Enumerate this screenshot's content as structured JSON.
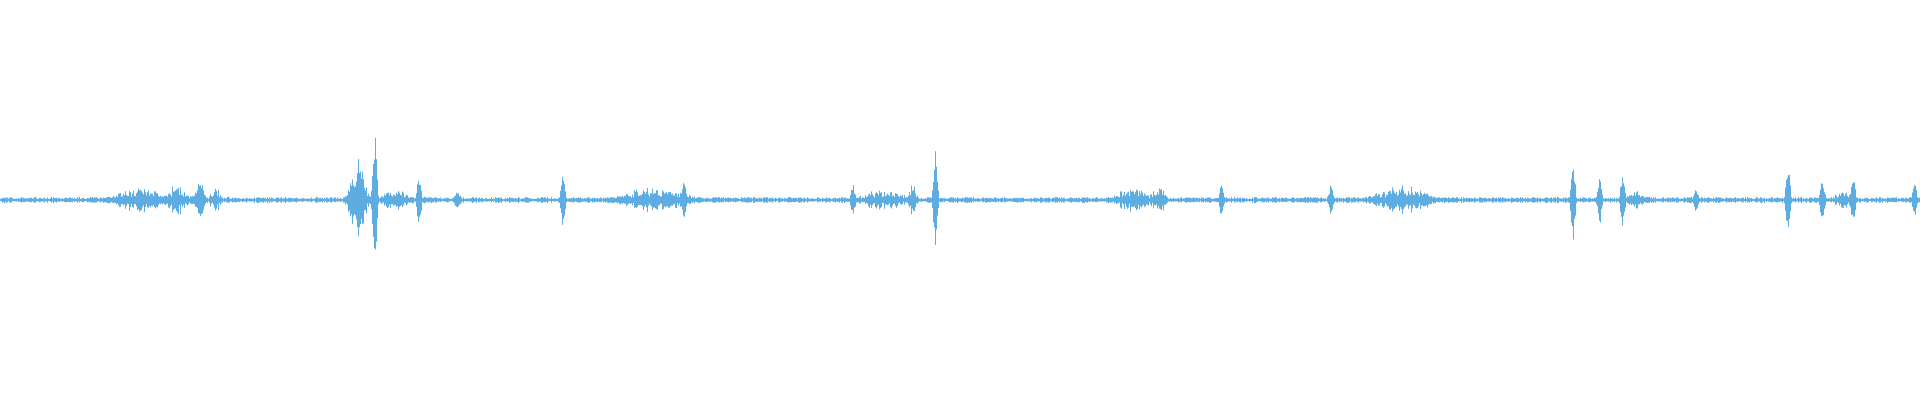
{
  "waveform": {
    "color": "#5dade2",
    "baseline_amplitude": 0.012,
    "events": [
      {
        "center": 0.072,
        "spread": 0.02,
        "amplitude": 0.06,
        "kind": "cluster"
      },
      {
        "center": 0.092,
        "spread": 0.01,
        "amplitude": 0.07,
        "kind": "cluster"
      },
      {
        "center": 0.104,
        "spread": 0.004,
        "amplitude": 0.1,
        "kind": "spike"
      },
      {
        "center": 0.112,
        "spread": 0.004,
        "amplitude": 0.07,
        "kind": "cluster"
      },
      {
        "center": 0.186,
        "spread": 0.006,
        "amplitude": 0.22,
        "kind": "burst"
      },
      {
        "center": 0.195,
        "spread": 0.002,
        "amplitude": 0.39,
        "kind": "spike"
      },
      {
        "center": 0.206,
        "spread": 0.012,
        "amplitude": 0.05,
        "kind": "cluster"
      },
      {
        "center": 0.218,
        "spread": 0.002,
        "amplitude": 0.15,
        "kind": "spike"
      },
      {
        "center": 0.238,
        "spread": 0.003,
        "amplitude": 0.05,
        "kind": "spike"
      },
      {
        "center": 0.293,
        "spread": 0.002,
        "amplitude": 0.16,
        "kind": "spike"
      },
      {
        "center": 0.34,
        "spread": 0.028,
        "amplitude": 0.06,
        "kind": "cluster"
      },
      {
        "center": 0.356,
        "spread": 0.002,
        "amplitude": 0.12,
        "kind": "spike"
      },
      {
        "center": 0.444,
        "spread": 0.002,
        "amplitude": 0.09,
        "kind": "spike"
      },
      {
        "center": 0.46,
        "spread": 0.018,
        "amplitude": 0.05,
        "kind": "cluster"
      },
      {
        "center": 0.475,
        "spread": 0.004,
        "amplitude": 0.07,
        "kind": "cluster"
      },
      {
        "center": 0.487,
        "spread": 0.002,
        "amplitude": 0.28,
        "kind": "spike"
      },
      {
        "center": 0.59,
        "spread": 0.014,
        "amplitude": 0.06,
        "kind": "cluster"
      },
      {
        "center": 0.603,
        "spread": 0.006,
        "amplitude": 0.07,
        "kind": "cluster"
      },
      {
        "center": 0.636,
        "spread": 0.002,
        "amplitude": 0.09,
        "kind": "spike"
      },
      {
        "center": 0.693,
        "spread": 0.002,
        "amplitude": 0.08,
        "kind": "spike"
      },
      {
        "center": 0.73,
        "spread": 0.022,
        "amplitude": 0.07,
        "kind": "cluster"
      },
      {
        "center": 0.819,
        "spread": 0.002,
        "amplitude": 0.21,
        "kind": "spike"
      },
      {
        "center": 0.833,
        "spread": 0.002,
        "amplitude": 0.14,
        "kind": "spike"
      },
      {
        "center": 0.845,
        "spread": 0.002,
        "amplitude": 0.17,
        "kind": "spike"
      },
      {
        "center": 0.853,
        "spread": 0.01,
        "amplitude": 0.04,
        "kind": "cluster"
      },
      {
        "center": 0.883,
        "spread": 0.002,
        "amplitude": 0.07,
        "kind": "spike"
      },
      {
        "center": 0.931,
        "spread": 0.002,
        "amplitude": 0.2,
        "kind": "spike"
      },
      {
        "center": 0.949,
        "spread": 0.002,
        "amplitude": 0.12,
        "kind": "spike"
      },
      {
        "center": 0.96,
        "spread": 0.008,
        "amplitude": 0.05,
        "kind": "cluster"
      },
      {
        "center": 0.965,
        "spread": 0.002,
        "amplitude": 0.15,
        "kind": "spike"
      },
      {
        "center": 0.997,
        "spread": 0.002,
        "amplitude": 0.1,
        "kind": "spike"
      }
    ]
  }
}
